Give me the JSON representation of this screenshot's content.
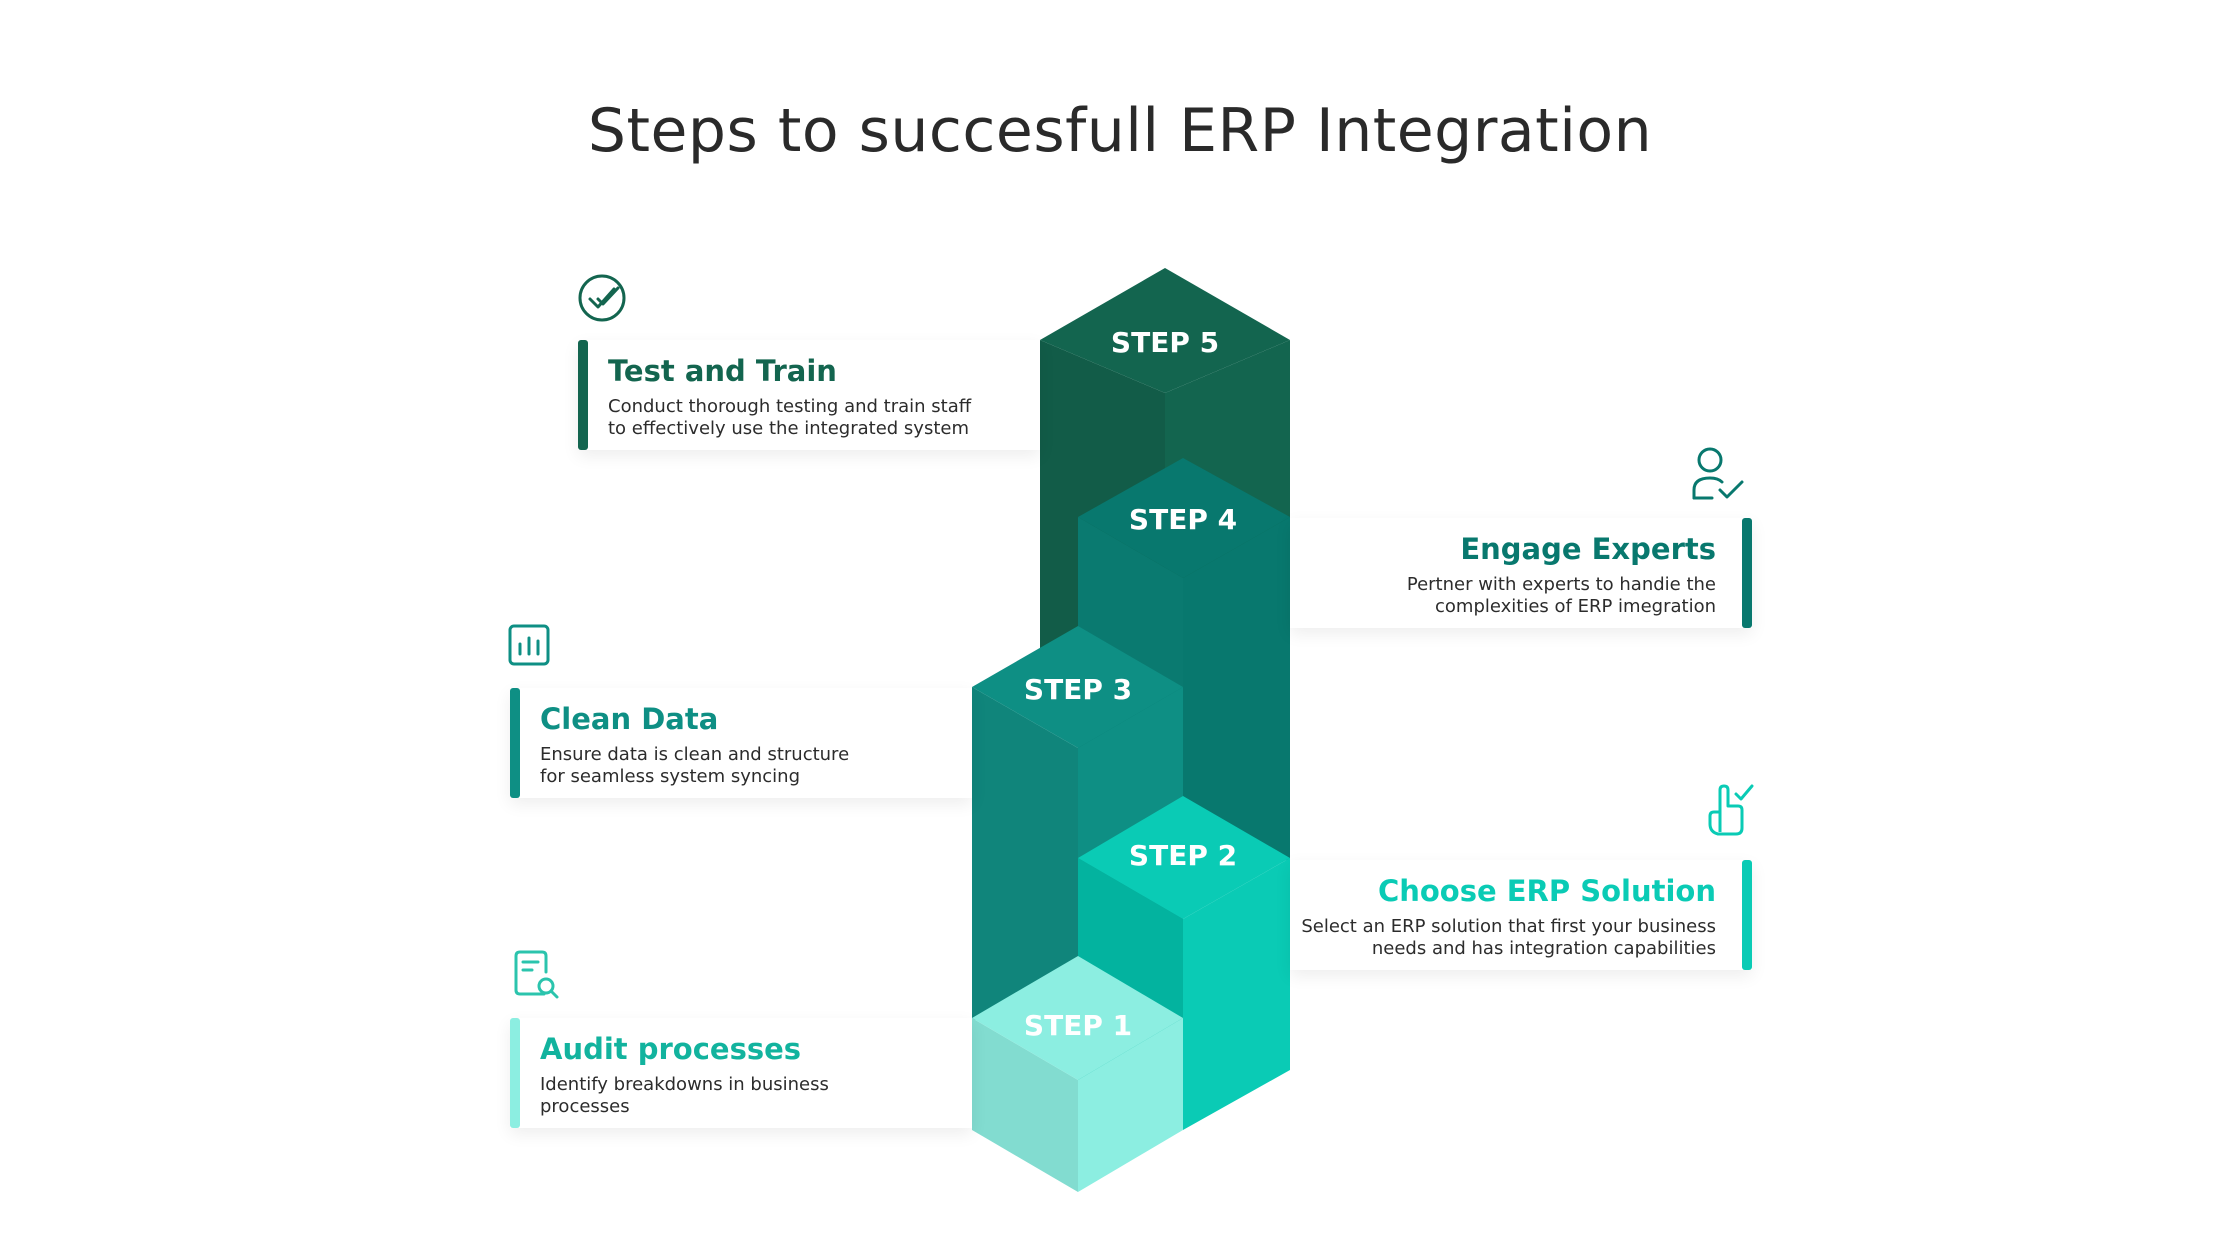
{
  "title": "Steps to succesfull ERP Integration",
  "colors": {
    "step1": "#8ceee1",
    "step2": "#0acbb5",
    "step3": "#0e8f84",
    "step4": "#08786e",
    "step5": "#13654f"
  },
  "steps": [
    {
      "label": "STEP 1",
      "title": "Audit processes",
      "desc_line1": "Identify breakdowns in business",
      "desc_line2": "processes",
      "icon": "document-search-icon"
    },
    {
      "label": "STEP 2",
      "title": "Choose ERP Solution",
      "desc_line1": "Select an ERP solution that first your business",
      "desc_line2": "needs and has integration capabilities",
      "icon": "pointer-check-icon"
    },
    {
      "label": "STEP 3",
      "title": "Clean Data",
      "desc_line1": "Ensure data is clean and structure",
      "desc_line2": "for seamless system syncing",
      "icon": "bar-chart-icon"
    },
    {
      "label": "STEP 4",
      "title": "Engage Experts",
      "desc_line1": "Pertner with experts to handie the",
      "desc_line2": "complexities of ERP imegration",
      "icon": "user-check-icon"
    },
    {
      "label": "STEP 5",
      "title": "Test and Train",
      "desc_line1": "Conduct thorough testing and train staff",
      "desc_line2": "to effectively use the integrated system",
      "icon": "check-circle-icon"
    }
  ]
}
